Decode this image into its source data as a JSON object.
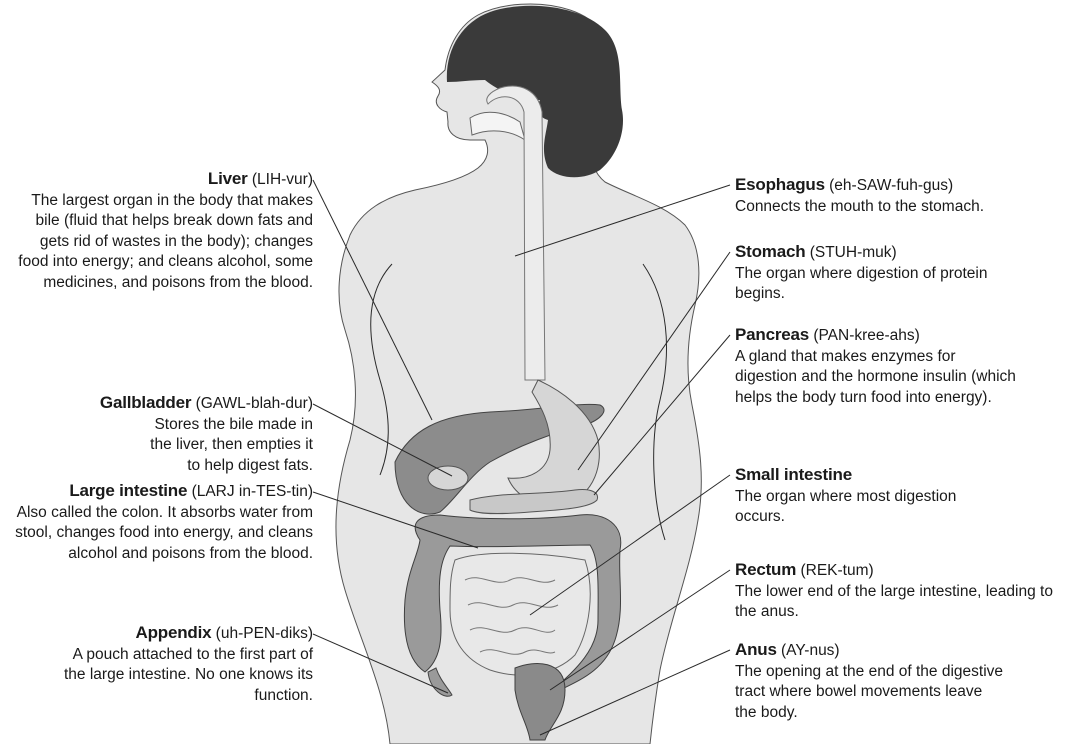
{
  "labels": {
    "liver": {
      "term": "Liver",
      "pron": "(LIH-vur)",
      "desc": "The largest organ in the body that makes bile (fluid that helps break down fats and gets rid of wastes in the body); changes food into energy; and cleans alcohol, some medicines, and poisons from the blood."
    },
    "gallbladder": {
      "term": "Gallbladder",
      "pron": "(GAWL-blah-dur)",
      "desc": "Stores the bile made in the liver, then empties it to help digest fats."
    },
    "large_intestine": {
      "term": "Large intestine",
      "pron": "(LARJ in-TES-tin)",
      "desc": "Also called the colon. It absorbs water from stool, changes food into energy, and cleans alcohol and poisons from the blood."
    },
    "appendix": {
      "term": "Appendix",
      "pron": "(uh-PEN-diks)",
      "desc": "A pouch attached to the first part of the large intestine. No one knows its function."
    },
    "esophagus": {
      "term": "Esophagus",
      "pron": "(eh-SAW-fuh-gus)",
      "desc": "Connects the mouth to the stomach."
    },
    "stomach": {
      "term": "Stomach",
      "pron": "(STUH-muk)",
      "desc": "The organ where digestion of protein begins."
    },
    "pancreas": {
      "term": "Pancreas",
      "pron": "(PAN-kree-ahs)",
      "desc": "A gland that makes enzymes for digestion and the hormone insulin (which helps the body turn food into energy)."
    },
    "small_intestine": {
      "term": "Small intestine",
      "pron": "",
      "desc": "The organ where most digestion occurs."
    },
    "rectum": {
      "term": "Rectum",
      "pron": "(REK-tum)",
      "desc": "The lower end of the large intestine, leading to the anus."
    },
    "anus": {
      "term": "Anus",
      "pron": "(AY-nus)",
      "desc": "The opening at the end of the digestive tract where bowel movements leave the body."
    }
  },
  "colors": {
    "skin": "#e6e6e6",
    "hair": "#3a3a3a",
    "liver": "#8c8c8c",
    "organ_light": "#d6d6d6",
    "intestine": "#9a9a9a"
  }
}
